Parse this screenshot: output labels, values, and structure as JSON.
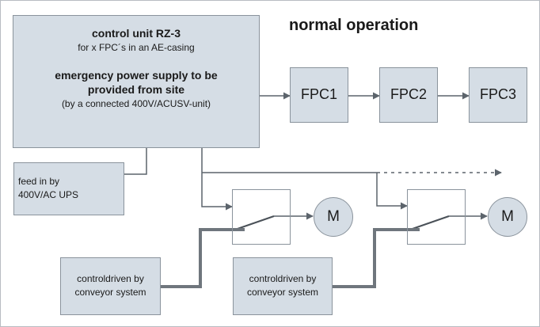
{
  "title": "normal operation",
  "control_unit": {
    "name": "control unit RZ-3",
    "casing": "for x FPC´s in an AE-casing",
    "emergency_line1": "emergency power supply to be",
    "emergency_line2": "provided from site",
    "connection": "(by a connected 400V/ACUSV-unit)"
  },
  "fpcs": [
    "FPC1",
    "FPC2",
    "FPC3"
  ],
  "feed": {
    "line1": "feed in by",
    "line2": "400V/AC UPS"
  },
  "motor_label": "M",
  "control": {
    "line1": "controldriven by",
    "line2": "conveyor system"
  },
  "colors": {
    "box_fill": "#d5dde5",
    "box_border": "#8a939c",
    "thin_wire": "#5c646c",
    "thick_wire": "#6f767d"
  }
}
